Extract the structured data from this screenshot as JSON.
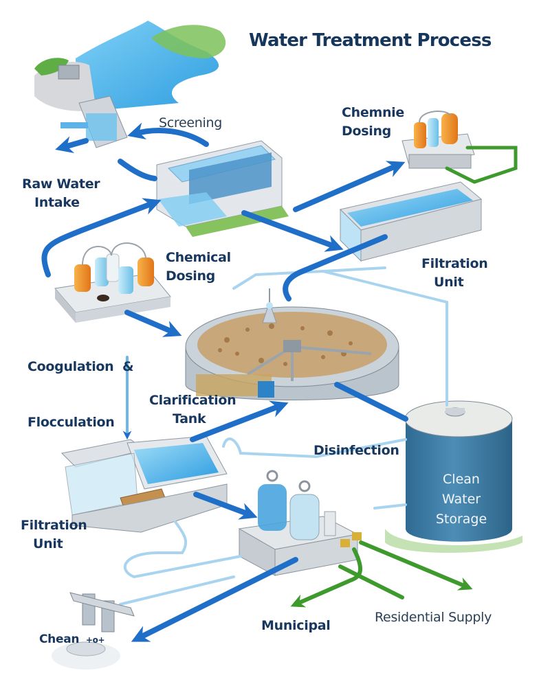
{
  "title": "Water Treatment Process",
  "labels": {
    "screening": "Screening",
    "raw_water_intake": [
      "Raw Water",
      "Intake"
    ],
    "chemnie_dosing": [
      "Chemnie",
      "Dosing"
    ],
    "chemical_dosing": [
      "Chemical",
      "Dosing"
    ],
    "coagulation_flocculation": [
      "Coogulation  &",
      "Flocculation"
    ],
    "filtration_unit_top": [
      "Filtration",
      "Unit"
    ],
    "clarification_tank": [
      "Clarification",
      "Tank"
    ],
    "disinfection": "Disinfection",
    "clean_water_storage": [
      "Clean",
      "Water",
      "Storage"
    ],
    "filtration_unit_bottom": [
      "Filtration",
      "Unit"
    ],
    "municipal": "Municipal",
    "residential_supply": "Residential Supply",
    "clean_outlet": "Chean",
    "clean_outlet_symbol": "+o+"
  },
  "colors": {
    "title": "#16365c",
    "label": "#17375e",
    "flow_arrow": "#1f6fc9",
    "pipe_light": "#a9d4ef",
    "pipe_green": "#3f9a2e",
    "water": "#4fb3e8",
    "tank": "#3f7ea6",
    "concrete": "#d9dde2",
    "chemical_orange": "#f08c1e",
    "chemical_blue": "#8fd0ee"
  }
}
